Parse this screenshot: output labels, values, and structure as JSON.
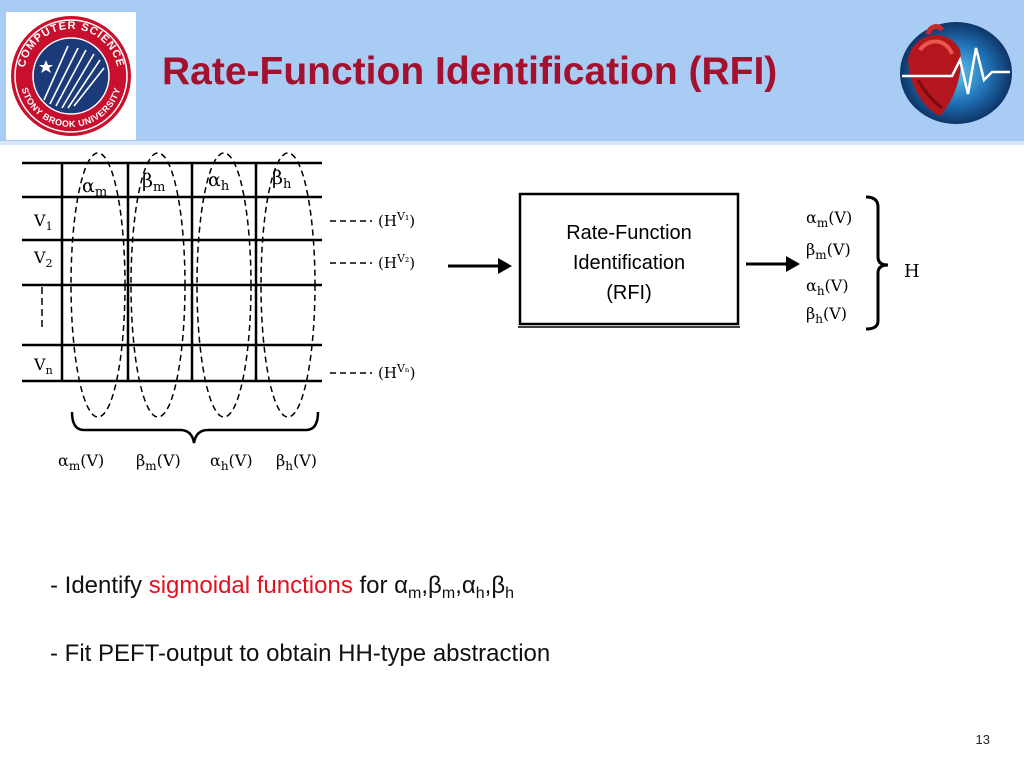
{
  "header": {
    "title": "Rate-Function Identification (RFI)",
    "logo_top_text": "COMPUTER SCIENCE",
    "logo_bottom_text": "STONY BROOK UNIVERSITY",
    "heart_icon": "heart-ecg-icon"
  },
  "diagram": {
    "columns": [
      {
        "sym": "α",
        "sub": "m"
      },
      {
        "sym": "β",
        "sub": "m"
      },
      {
        "sym": "α",
        "sub": "h"
      },
      {
        "sym": "β",
        "sub": "h"
      }
    ],
    "rows": [
      {
        "sym": "V",
        "sub": "1",
        "h_sup": "V₁"
      },
      {
        "sym": "V",
        "sub": "2",
        "h_sup": "V₂"
      },
      {
        "sym": "V",
        "sub": "n",
        "h_sup": "Vₙ"
      }
    ],
    "h_label_open": "(H",
    "h_label_close": ")",
    "func_arg": "(V)",
    "box_lines": [
      "Rate-Function",
      "Identification",
      "(RFI)"
    ],
    "output_label": "H",
    "colors": {
      "line": "#000000"
    }
  },
  "bullets": {
    "b1_prefix": "- Identify ",
    "b1_highlight": "sigmoidal functions",
    "b1_for": " for ",
    "comma": ",",
    "alpha": "α",
    "beta": "β",
    "sub_m": "m",
    "sub_h": "h",
    "b2_text": "- Fit PEFT-output to obtain HH-type abstraction",
    "highlight_color": "#e3101f"
  },
  "page_number": "13"
}
